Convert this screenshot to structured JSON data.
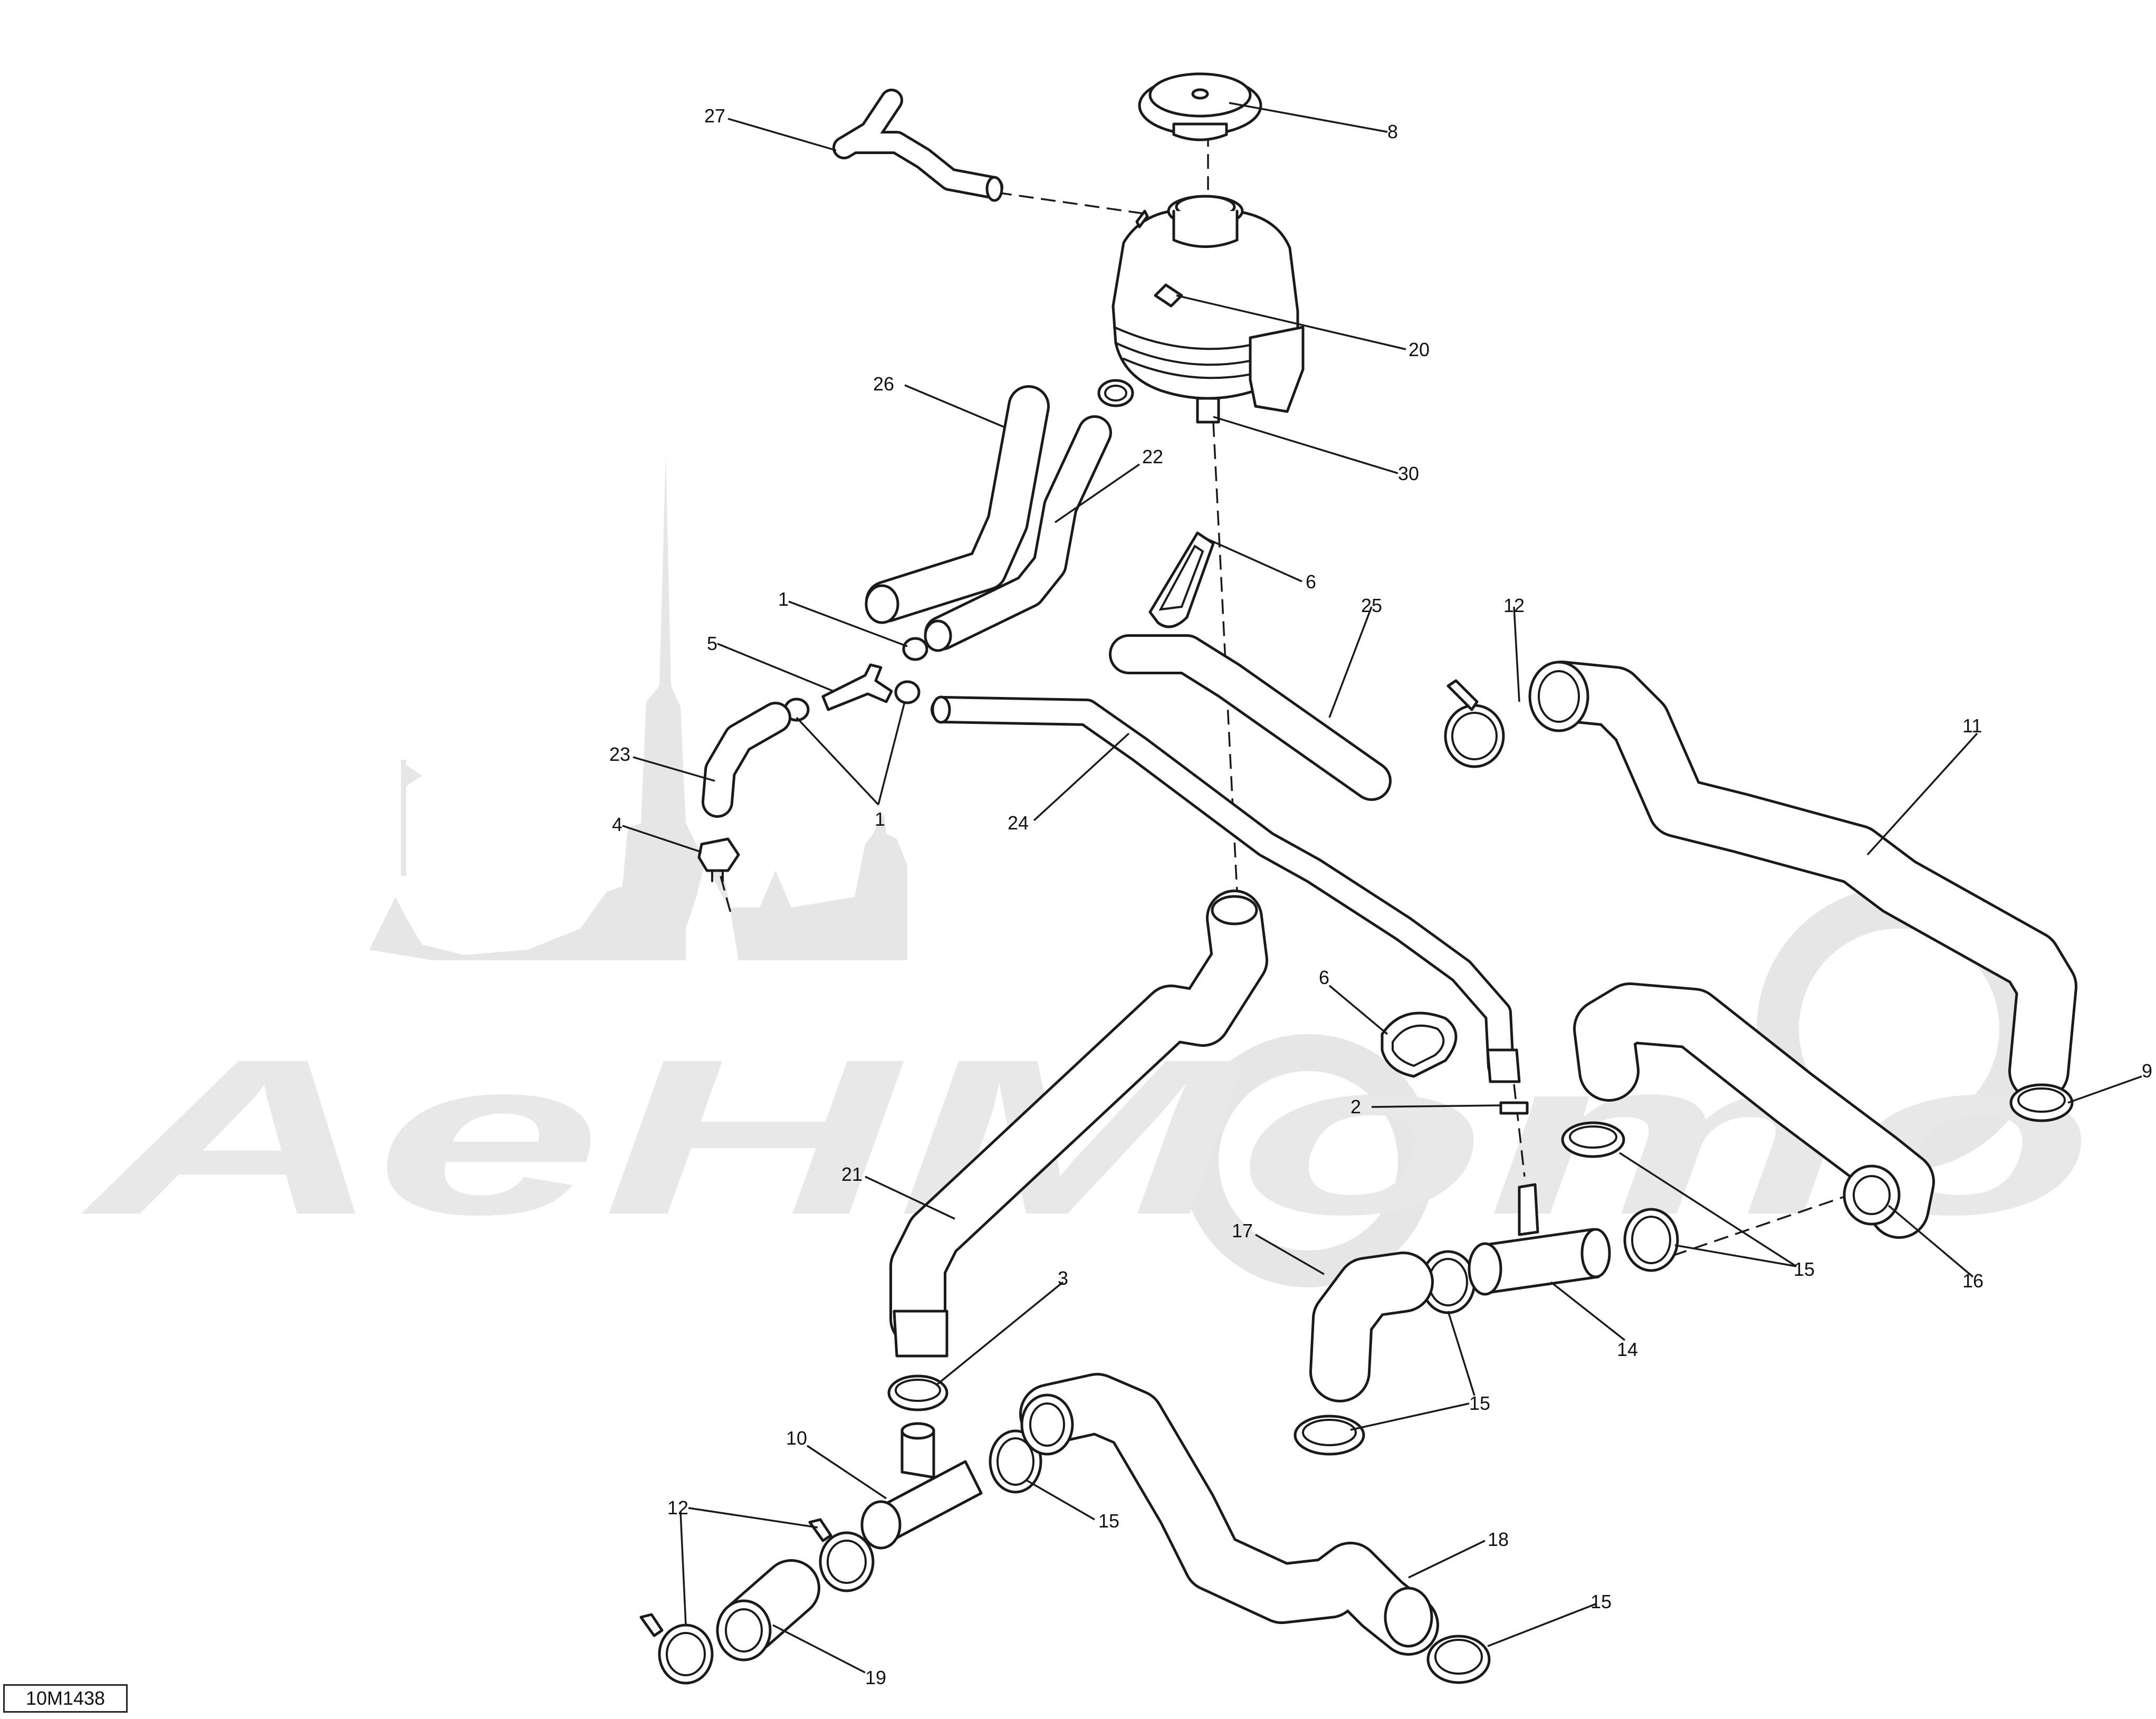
{
  "reference_code": "10M1438",
  "watermark_text": "АеНМото",
  "callouts": {
    "c27": "27",
    "c8": "8",
    "c20": "20",
    "c26": "26",
    "c30": "30",
    "c22": "22",
    "c6a": "6",
    "c25": "25",
    "c12a": "12",
    "c1a": "1",
    "c5": "5",
    "c23": "23",
    "c1b": "1",
    "c4": "4",
    "c24": "24",
    "c11": "11",
    "c6b": "6",
    "c2": "2",
    "c9": "9",
    "c21": "21",
    "c15a": "15",
    "c16": "16",
    "c17": "17",
    "c3": "3",
    "c14": "14",
    "c15b": "15",
    "c10": "10",
    "c15c": "15",
    "c12b": "12",
    "c18": "18",
    "c15d": "15",
    "c19": "19"
  }
}
